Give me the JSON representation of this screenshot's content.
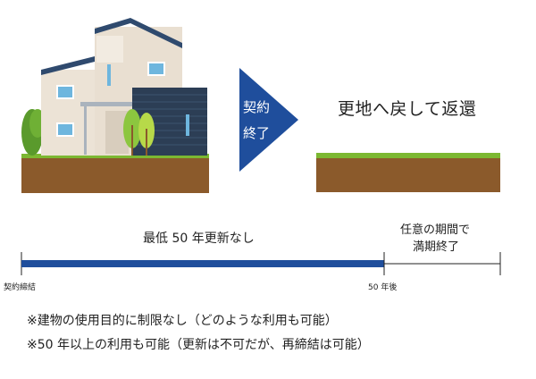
{
  "arrow": {
    "line1": "契約",
    "line2": "終了"
  },
  "headline": "更地へ戻して返還",
  "timeline": {
    "main_label": "最低 50 年更新なし",
    "right_label_line1": "任意の期間で",
    "right_label_line2": "満期終了",
    "start_label": "契約締結",
    "end_label": "50 年後"
  },
  "notes": [
    "※建物の使用目的に制限なし（どのような利用も可能）",
    "※50 年以上の利用も可能（更新は不可だが、再締結は可能）"
  ],
  "colors": {
    "arrow": "#1f4e9c",
    "bar_main": "#1f4e9c",
    "ground_soil": "#8b5a2b",
    "ground_grass": "#7cb832"
  }
}
